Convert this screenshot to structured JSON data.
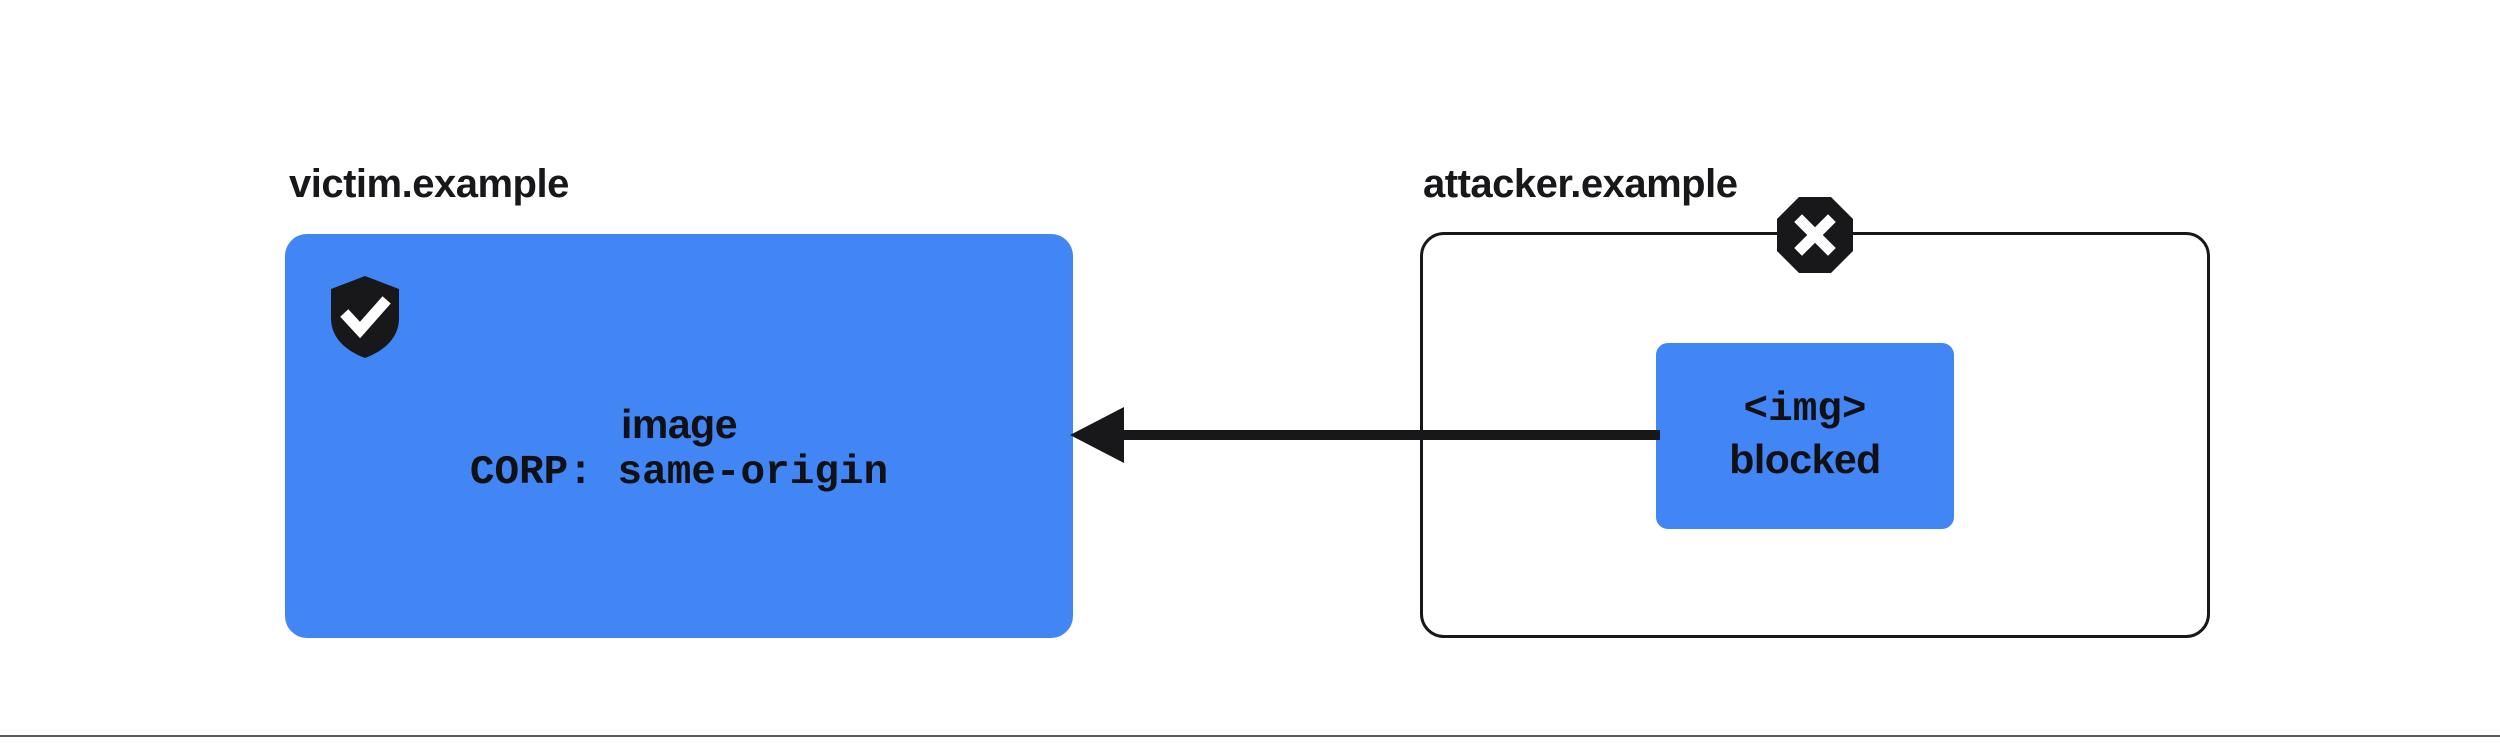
{
  "diagram": {
    "title_semantics": "CORP same-origin blocks cross-origin image embed",
    "background_color": "#ffffff",
    "accent_color": "#4285f4",
    "ink_color": "#18181b"
  },
  "victim": {
    "origin_label": "victim.example",
    "shield_icon_name": "shield-check-icon",
    "resource_line": "image",
    "header_line": "CORP: same-origin",
    "fill_color": "#4285f4"
  },
  "attacker": {
    "origin_label": "attacker.example",
    "blocked_icon_name": "octagon-x-icon",
    "embed_tag_line": "<img>",
    "embed_state_line": "blocked",
    "fill_color": "#4285f4",
    "border_color": "#18181b"
  },
  "arrow": {
    "name": "cross-origin-request-arrow",
    "direction": "right-to-left",
    "color": "#18181b"
  },
  "footer": {
    "rule_color": "#5a5a5e"
  }
}
